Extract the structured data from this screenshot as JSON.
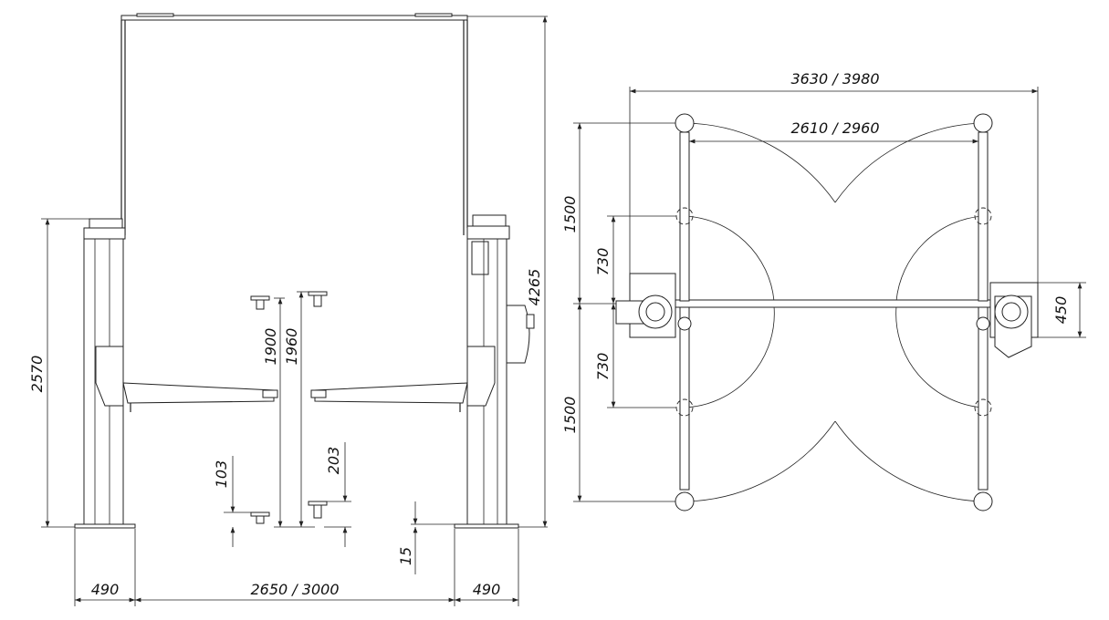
{
  "front_view": {
    "dimensions": {
      "total_height": "4265",
      "column_height": "2570",
      "lift_height_a": "1900",
      "lift_height_b": "1960",
      "min_pad_height_a": "103",
      "min_pad_height_b": "203",
      "ground_clearance": "15",
      "base_left": "490",
      "width_between_columns": "2650 / 3000",
      "base_right": "490"
    }
  },
  "top_view": {
    "dimensions": {
      "overall_width": "3630 / 3980",
      "inner_width": "2610 / 2960",
      "arm_reach_top": "1500",
      "arm_min_top": "730",
      "base_depth": "450",
      "arm_min_bottom": "730",
      "arm_reach_bottom": "1500"
    }
  }
}
